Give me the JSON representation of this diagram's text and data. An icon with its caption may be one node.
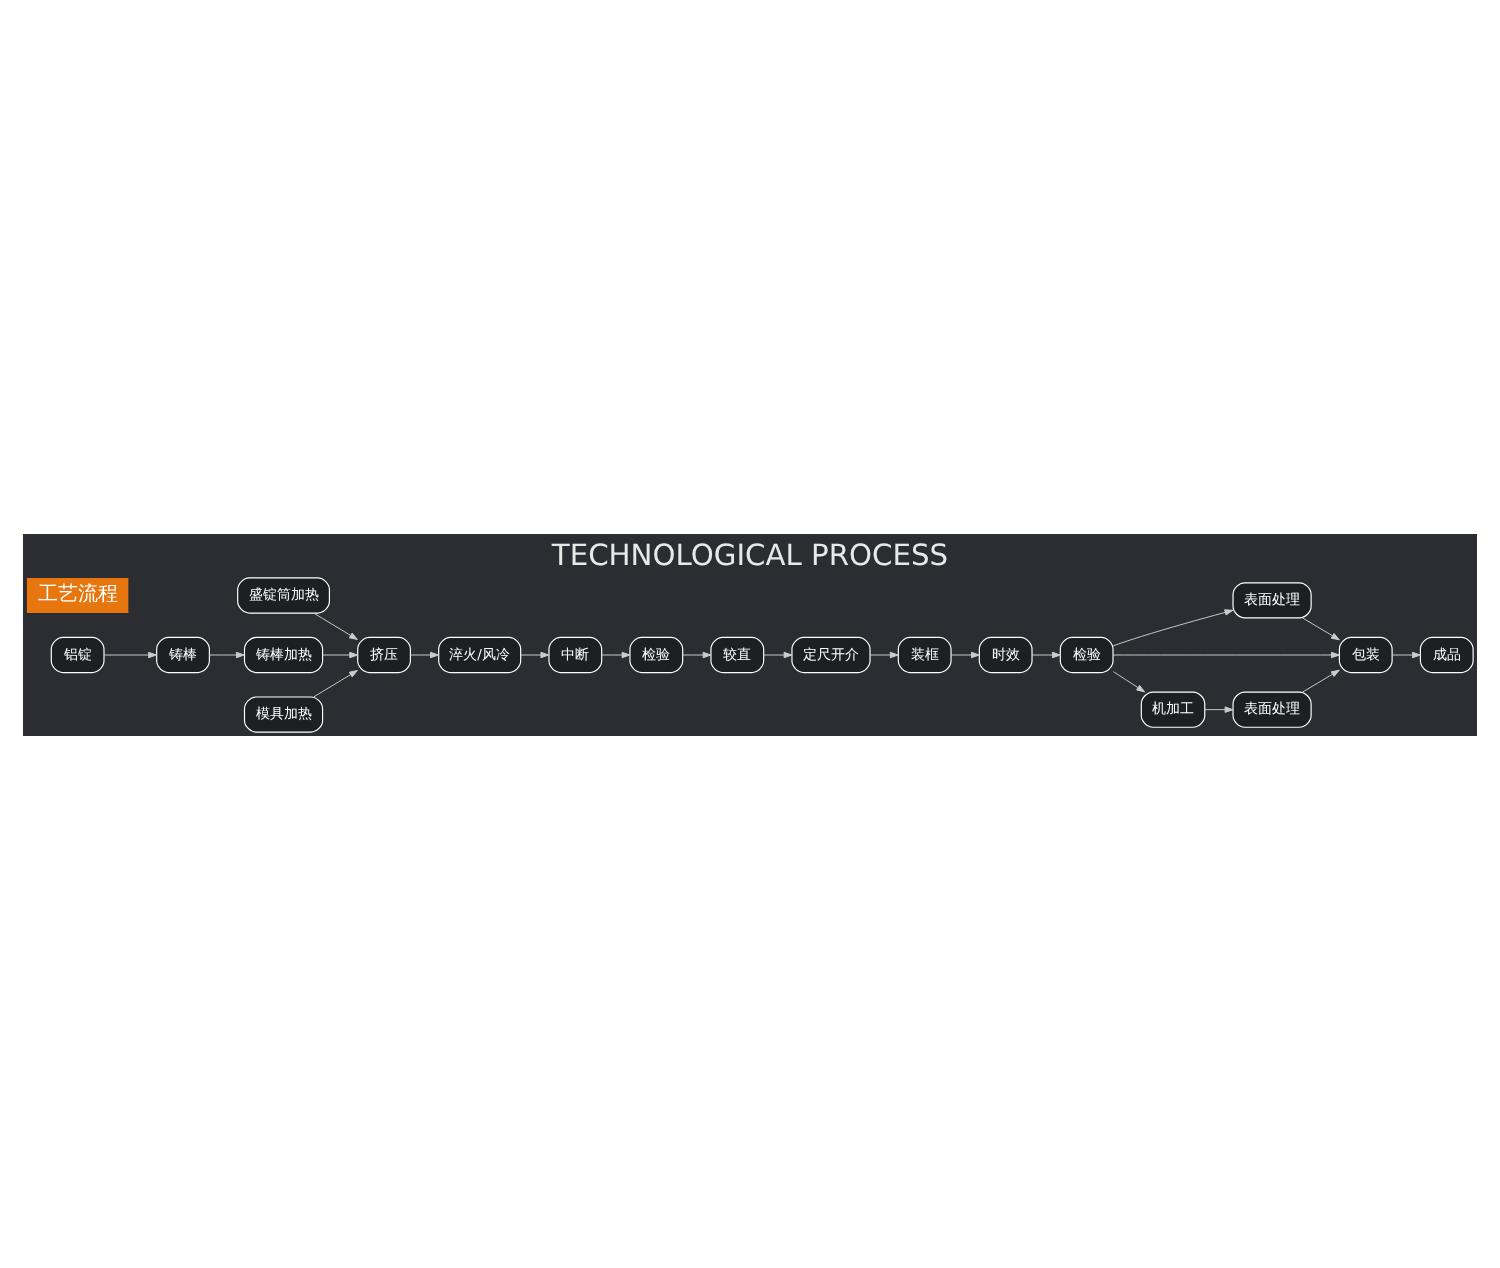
{
  "diagram": {
    "title": "TECHNOLOGICAL PROCESS",
    "nodes": [
      {
        "text": [
          "盛锭筒加热"
        ]
      },
      {
        "text": [
          "铝锭"
        ]
      },
      {
        "text": [
          "铸棒"
        ]
      },
      {
        "text": [
          "铸棒加热"
        ]
      },
      {
        "text": [
          "挤压"
        ]
      },
      {
        "text": [
          "淬火/风冷"
        ]
      },
      {
        "text": [
          "中断"
        ]
      },
      {
        "text": [
          "检验"
        ]
      },
      {
        "text": [
          "模具加热"
        ]
      },
      {
        "text": [
          "表面处理"
        ]
      },
      {
        "text": [
          "成品"
        ]
      },
      {
        "text": [
          "包装"
        ]
      },
      {
        "text": [
          "检验"
        ]
      },
      {
        "text": [
          "时效"
        ]
      },
      {
        "text": [
          "装框"
        ]
      },
      {
        "text": [
          "定尺开介"
        ]
      },
      {
        "text": [
          "较直"
        ]
      },
      {
        "text": [
          "表面处理"
        ]
      },
      {
        "text": [
          "机加工"
        ]
      }
    ],
    "edges": [
      {
        "from": 1,
        "to": 2,
        "arrow": "to"
      },
      {
        "from": 2,
        "to": 3,
        "arrow": "to"
      },
      {
        "from": 3,
        "to": 4,
        "arrow": "to"
      },
      {
        "from": 0,
        "to": 4,
        "arrow": "to"
      },
      {
        "from": 8,
        "to": 4,
        "arrow": "to"
      },
      {
        "from": 4,
        "to": 5,
        "arrow": "to"
      },
      {
        "from": 5,
        "to": 6,
        "arrow": "to"
      },
      {
        "from": 6,
        "to": 7,
        "arrow": "to"
      },
      {
        "from": 7,
        "to": 16,
        "arrow": "to"
      },
      {
        "from": 16,
        "to": 15,
        "arrow": "to"
      },
      {
        "from": 15,
        "to": 14,
        "arrow": "to"
      },
      {
        "from": 14,
        "to": 13,
        "arrow": "to"
      },
      {
        "from": 13,
        "to": 12,
        "arrow": "to"
      },
      {
        "from": 12,
        "to": 9,
        "arrow": "to"
      },
      {
        "from": 9,
        "to": 11,
        "arrow": "to"
      },
      {
        "from": 12,
        "to": 11,
        "arrow": "to"
      },
      {
        "from": 12,
        "to": 18,
        "arrow": "to"
      },
      {
        "from": 18,
        "to": 17,
        "arrow": "to"
      },
      {
        "from": 17,
        "to": 11,
        "arrow": "to"
      },
      {
        "from": 11,
        "to": 10,
        "arrow": "to"
      }
    ],
    "labels": [
      "工艺流程"
    ]
  }
}
